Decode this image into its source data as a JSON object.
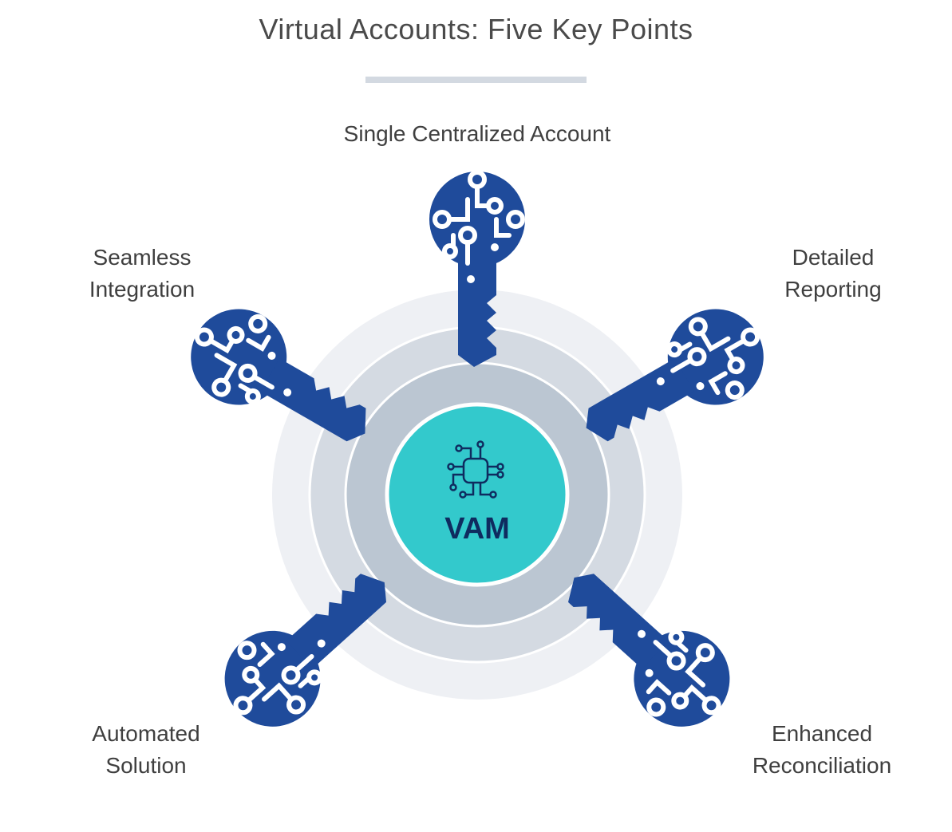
{
  "title": "Virtual Accounts: Five Key Points",
  "center": {
    "label": "VAM",
    "icon": "circuit-chip-icon"
  },
  "points": [
    {
      "label_lines": [
        "Single Centralized Account"
      ]
    },
    {
      "label_lines": [
        "Detailed",
        "Reporting"
      ]
    },
    {
      "label_lines": [
        "Enhanced",
        "Reconciliation"
      ]
    },
    {
      "label_lines": [
        "Automated",
        "Solution"
      ]
    },
    {
      "label_lines": [
        "Seamless",
        "Integration"
      ]
    }
  ],
  "colors": {
    "key": "#1f4b9b",
    "center": "#33c9cc",
    "ring_outer": "#eef0f4",
    "ring_mid": "#d4dae2",
    "ring_inner": "#bbc6d2",
    "text_dark": "#0f2b5f"
  }
}
